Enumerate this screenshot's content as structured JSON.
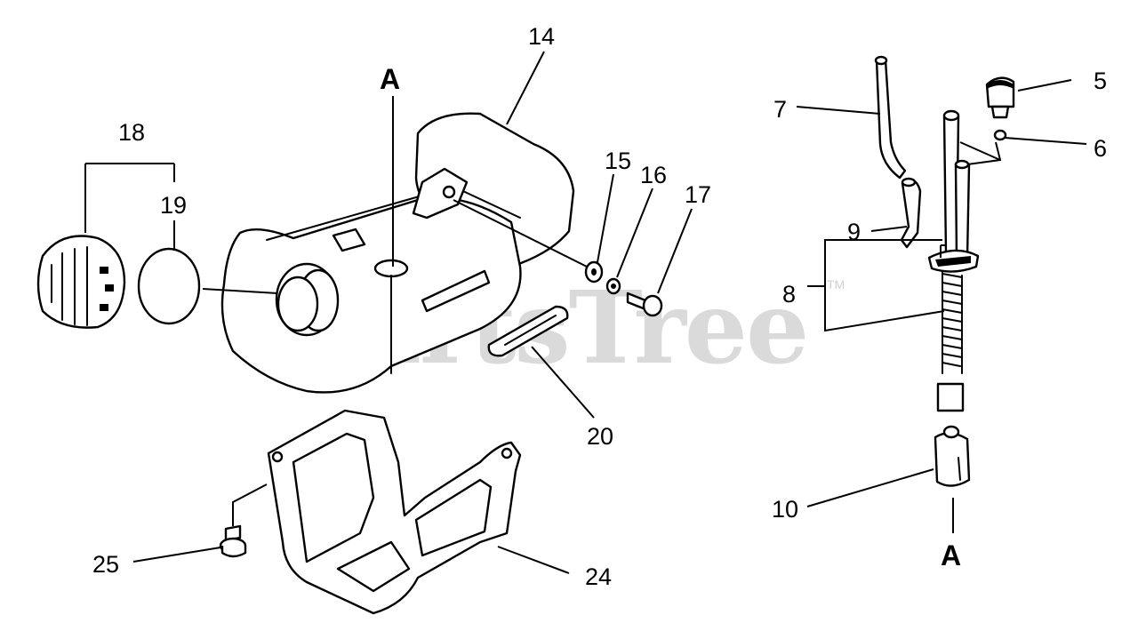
{
  "watermark": {
    "text": "PartsTree",
    "trademark": "TM"
  },
  "callouts": [
    {
      "id": "14",
      "text": "14"
    },
    {
      "id": "18",
      "text": "18"
    },
    {
      "id": "19",
      "text": "19"
    },
    {
      "id": "15",
      "text": "15"
    },
    {
      "id": "16",
      "text": "16"
    },
    {
      "id": "17",
      "text": "17"
    },
    {
      "id": "20",
      "text": "20"
    },
    {
      "id": "24",
      "text": "24"
    },
    {
      "id": "25",
      "text": "25"
    },
    {
      "id": "5",
      "text": "5"
    },
    {
      "id": "6",
      "text": "6"
    },
    {
      "id": "7",
      "text": "7"
    },
    {
      "id": "8",
      "text": "8"
    },
    {
      "id": "9",
      "text": "9"
    },
    {
      "id": "10",
      "text": "10"
    }
  ],
  "reference_marks": {
    "tank": "A",
    "filter": "A"
  }
}
